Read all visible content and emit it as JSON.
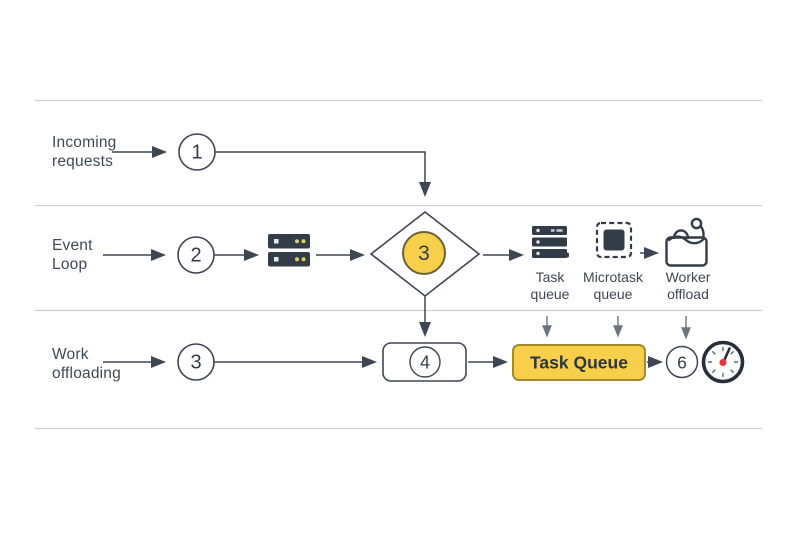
{
  "diagram": {
    "rows": [
      {
        "label_line1": "Incoming",
        "label_line2": "requests",
        "step": "1"
      },
      {
        "label_line1": "Event",
        "label_line2": "Loop",
        "step": "2"
      },
      {
        "label_line1": "Work",
        "label_line2": "offloading",
        "step": "3"
      }
    ],
    "decision_step": "3",
    "offload_box_step": "4",
    "task_queue_box_label": "Task Queue",
    "final_step": "6",
    "queue_labels": [
      {
        "line1": "Task",
        "line2": "queue"
      },
      {
        "line1": "Microtask",
        "line2": "queue"
      },
      {
        "line1": "Worker",
        "line2": "offload"
      }
    ],
    "colors": {
      "accent_yellow": "#f7cf4b",
      "yellow_border": "#a58a2d",
      "outline_dark": "#3d4754",
      "icon_fill": "#323c49",
      "divider": "#cdd0d4",
      "clock_red": "#e23a3f"
    }
  }
}
